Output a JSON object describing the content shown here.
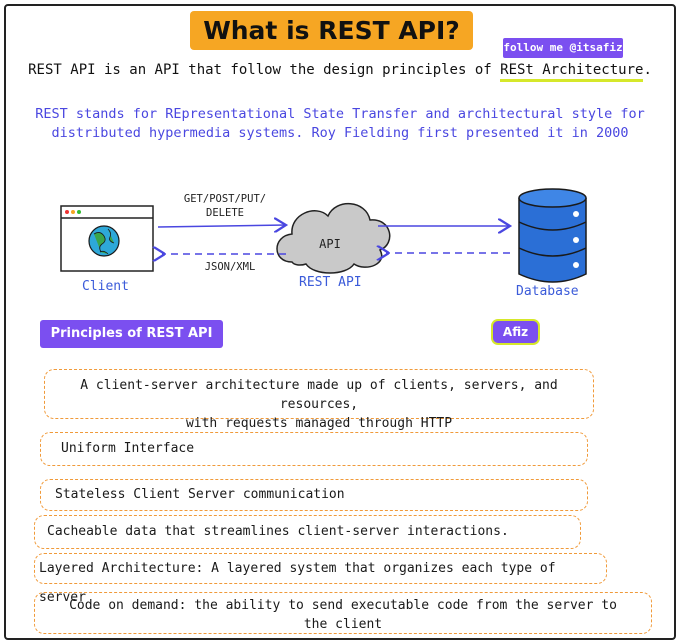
{
  "header": {
    "title": "What is REST API?",
    "follow": "follow me @itsafiz"
  },
  "intro": {
    "before": "REST API is an API that follow the design principles of ",
    "highlight": "RESt Architecture",
    "after": "."
  },
  "definition": {
    "line1": "REST stands for REpresentational State Transfer and architectural style for",
    "line2": "distributed hypermedia systems. Roy Fielding first presented it in 2000"
  },
  "diagram": {
    "client_label": "Client",
    "api_label": "API",
    "rest_api_label": "REST API",
    "database_label": "Database",
    "request_line1": "GET/POST/PUT/",
    "request_line2": "DELETE",
    "response_label": "JSON/XML"
  },
  "principles": {
    "heading": "Principles of REST API",
    "author": "Afiz",
    "items": [
      {
        "line1": "A client-server architecture made up of clients, servers, and resources,",
        "line2": "with requests managed through HTTP"
      },
      {
        "line1": "Uniform Interface"
      },
      {
        "line1": "Stateless Client Server communication"
      },
      {
        "line1": "Cacheable data that streamlines client-server interactions."
      },
      {
        "line1": "Layered Architecture: A layered system that organizes each type of server"
      },
      {
        "line1": "Code on demand: the ability to send executable code from the server to",
        "line2": "the client"
      }
    ]
  },
  "colors": {
    "accent_orange": "#f6a623",
    "accent_purple": "#7b4ff0",
    "text_blue": "#4a47e0",
    "highlight_yellow": "#d6e82a",
    "dashed_orange": "#f09a3a",
    "database_blue": "#2b6fd6"
  }
}
